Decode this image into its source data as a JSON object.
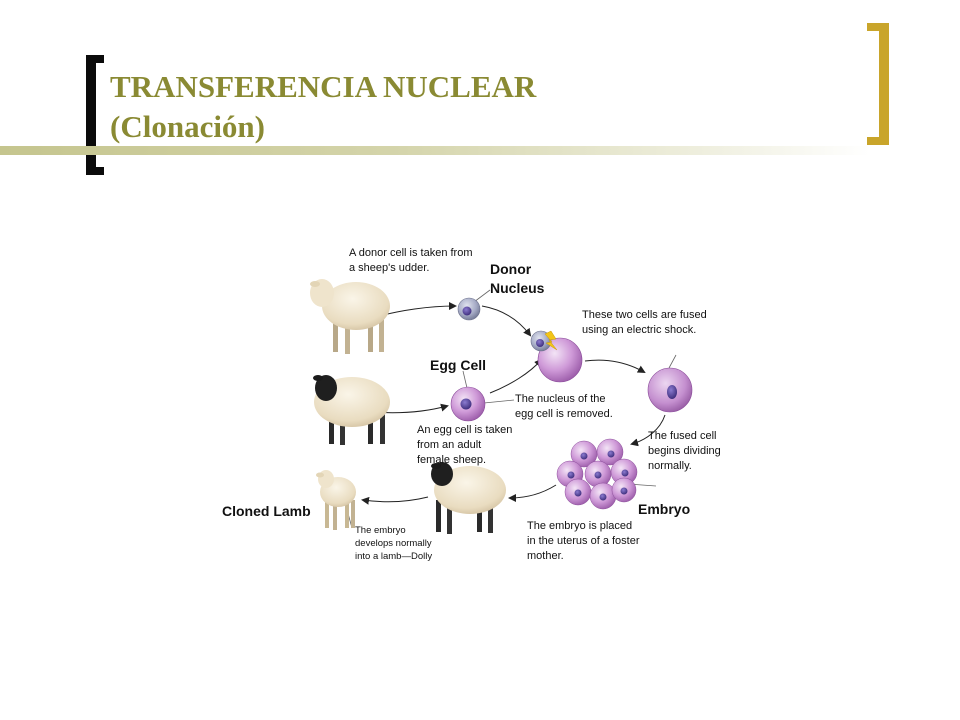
{
  "slide": {
    "title_line1": "TRANSFERENCIA NUCLEAR",
    "title_line2": "(Clonación)"
  },
  "diagram": {
    "donor_caption": [
      "A donor cell is taken from",
      "a sheep's udder."
    ],
    "donor_nucleus_label": [
      "Donor",
      "Nucleus"
    ],
    "fuse_caption": [
      "These two cells are fused",
      "using an electric shock."
    ],
    "egg_cell_label": "Egg Cell",
    "nucleus_removed_caption": [
      "The nucleus of the",
      "egg cell is removed."
    ],
    "egg_taken_caption": [
      "An egg cell is taken",
      "from an adult",
      "female sheep."
    ],
    "dividing_caption": [
      "The fused cell",
      "begins dividing",
      "normally."
    ],
    "embryo_label": "Embryo",
    "uterus_caption": [
      "The embryo is placed",
      "in the uterus of a foster",
      "mother."
    ],
    "cloned_lamb_label": "Cloned Lamb",
    "lamb_caption": [
      "The embryo",
      "develops normally",
      "into a lamb—Dolly"
    ]
  }
}
